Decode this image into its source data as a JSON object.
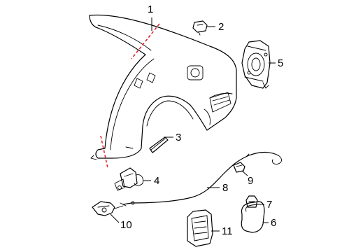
{
  "diagram": {
    "cut_line_color": "#e8151b",
    "line_color": "#000000",
    "callouts": [
      {
        "id": "1",
        "label": "1"
      },
      {
        "id": "2",
        "label": "2"
      },
      {
        "id": "3",
        "label": "3"
      },
      {
        "id": "4",
        "label": "4"
      },
      {
        "id": "5",
        "label": "5"
      },
      {
        "id": "6",
        "label": "6"
      },
      {
        "id": "7",
        "label": "7"
      },
      {
        "id": "8",
        "label": "8"
      },
      {
        "id": "9",
        "label": "9"
      },
      {
        "id": "10",
        "label": "10"
      },
      {
        "id": "11",
        "label": "11"
      }
    ]
  }
}
